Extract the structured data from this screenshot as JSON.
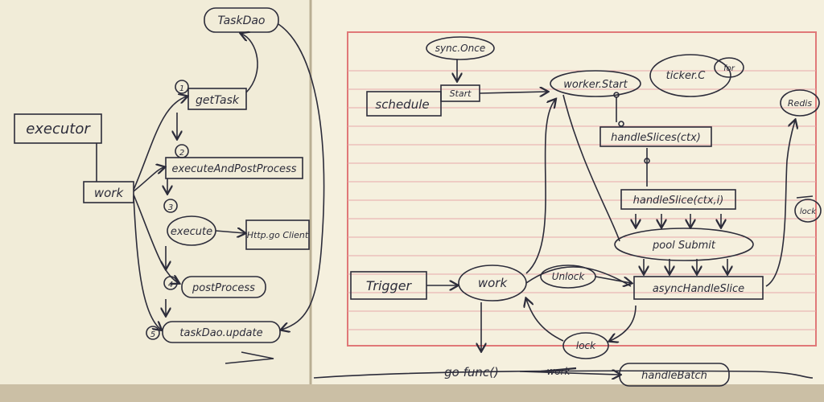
{
  "left_page": {
    "task_dao": "TaskDao",
    "executor": "executor",
    "work": "work",
    "steps": [
      {
        "num": "1",
        "label": "getTask"
      },
      {
        "num": "2",
        "label": "executeAndPostProcess"
      },
      {
        "num": "3",
        "label": "execute"
      },
      {
        "num": "4",
        "label": "postProcess"
      },
      {
        "num": "5",
        "label": "taskDao.update"
      }
    ],
    "http_client": "Http.go Client"
  },
  "right_page": {
    "sync_once": "sync.Once",
    "schedule": "schedule",
    "start": "Start",
    "worker_start": "worker.Start",
    "ticker": "ticker.C",
    "for_label": "for",
    "handle_slices": "handleSlices(ctx)",
    "handle_slice": "handleSlice(ctx,i)",
    "pool_submit": "pool Submit",
    "async_handle_slice": "asyncHandleSlice",
    "trigger": "Trigger",
    "work": "work",
    "unlock": "Unlock",
    "lock": "lock",
    "redis": "Redis",
    "lock_side": "lock",
    "go_func": "go func()",
    "struck_work": "work",
    "handle_batch": "handleBatch"
  },
  "colors": {
    "page": "#f3eedb",
    "ink": "#2c2c3a",
    "red_border": "#e07878",
    "rule_line": "#e8a9a9"
  }
}
